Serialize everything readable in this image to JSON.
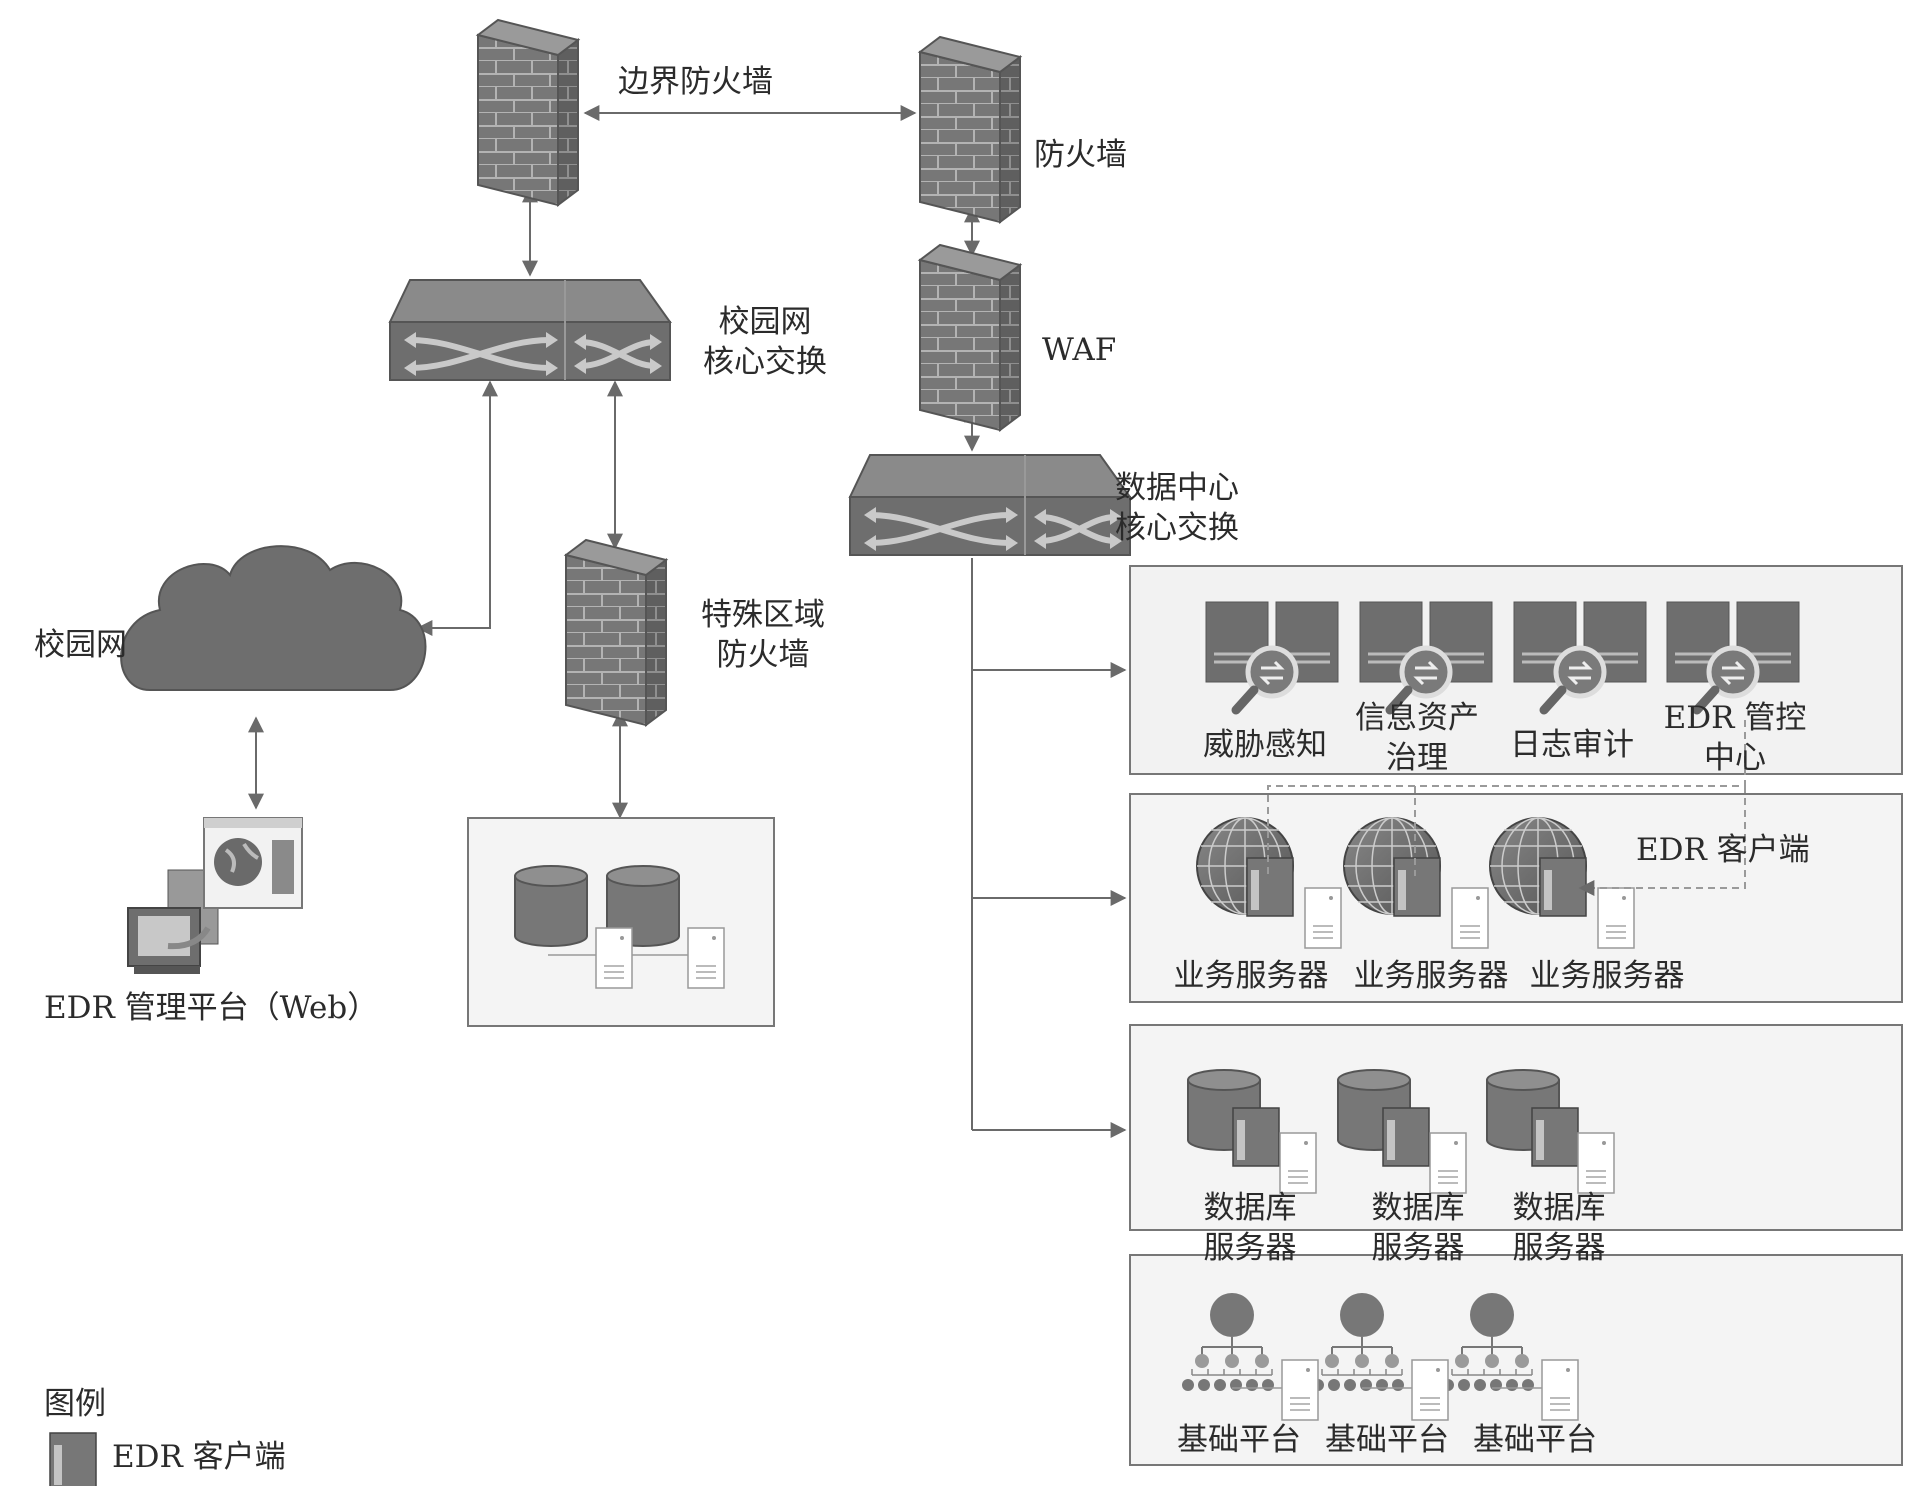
{
  "nodes": {
    "border_firewall": "边界防火墙",
    "firewall": "防火墙",
    "waf": "WAF",
    "campus_core": [
      "校园网",
      "核心交换"
    ],
    "dc_core": [
      "数据中心",
      "核心交换"
    ],
    "campus_net": "校园网",
    "special_firewall": [
      "特殊区域",
      "防火墙"
    ],
    "edr_platform": "EDR 管理平台（Web）"
  },
  "zones": {
    "security": {
      "items": [
        "威胁感知",
        "信息资产",
        "治理",
        "日志审计",
        "EDR 管控",
        "中心"
      ]
    },
    "business": {
      "client_label": "EDR 客户端",
      "items": [
        "业务服务器",
        "业务服务器",
        "业务服务器"
      ]
    },
    "database": {
      "items": [
        [
          "数据库",
          "服务器"
        ],
        [
          "数据库",
          "服务器"
        ],
        [
          "数据库",
          "服务器"
        ]
      ]
    },
    "base": {
      "items": [
        "基础平台",
        "基础平台",
        "基础平台"
      ]
    }
  },
  "legend": {
    "title": "图例",
    "item": "EDR 客户端"
  },
  "colors": {
    "device": "#6e6e6e",
    "device_dark": "#555555",
    "line": "#6a6a6a",
    "dashed": "#9a9a9a"
  }
}
